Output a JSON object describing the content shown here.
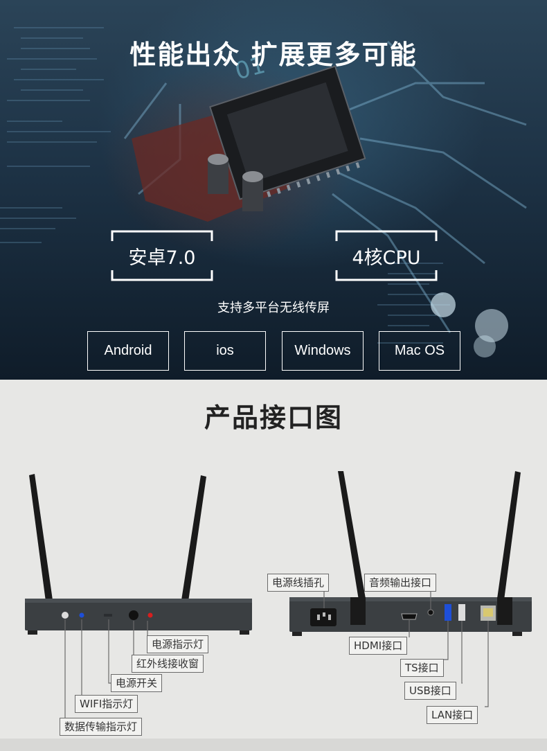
{
  "hero": {
    "title": "性能出众 扩展更多可能",
    "specs": [
      "安卓7.0",
      "4核CPU"
    ],
    "subtitle": "支持多平台无线传屏",
    "os_list": [
      "Android",
      "ios",
      "Windows",
      "Mac OS"
    ]
  },
  "ports_section": {
    "title": "产品接口图",
    "front_labels": {
      "power_indicator": "电源指示灯",
      "ir_receiver": "红外线接收窗",
      "power_switch": "电源开关",
      "wifi_indicator": "WIFI指示灯",
      "data_indicator": "数据传输指示灯"
    },
    "back_labels": {
      "power_socket": "电源线插孔",
      "audio_out": "音频输出接口",
      "hdmi": "HDMI接口",
      "ts": "TS接口",
      "usb": "USB接口",
      "lan": "LAN接口"
    }
  },
  "colors": {
    "hero_dark": "#1d3245",
    "device_body": "#3b3f42",
    "label_border": "#6a6a6a",
    "indicator_red": "#d81e1e",
    "indicator_blue": "#1e4fd8"
  }
}
